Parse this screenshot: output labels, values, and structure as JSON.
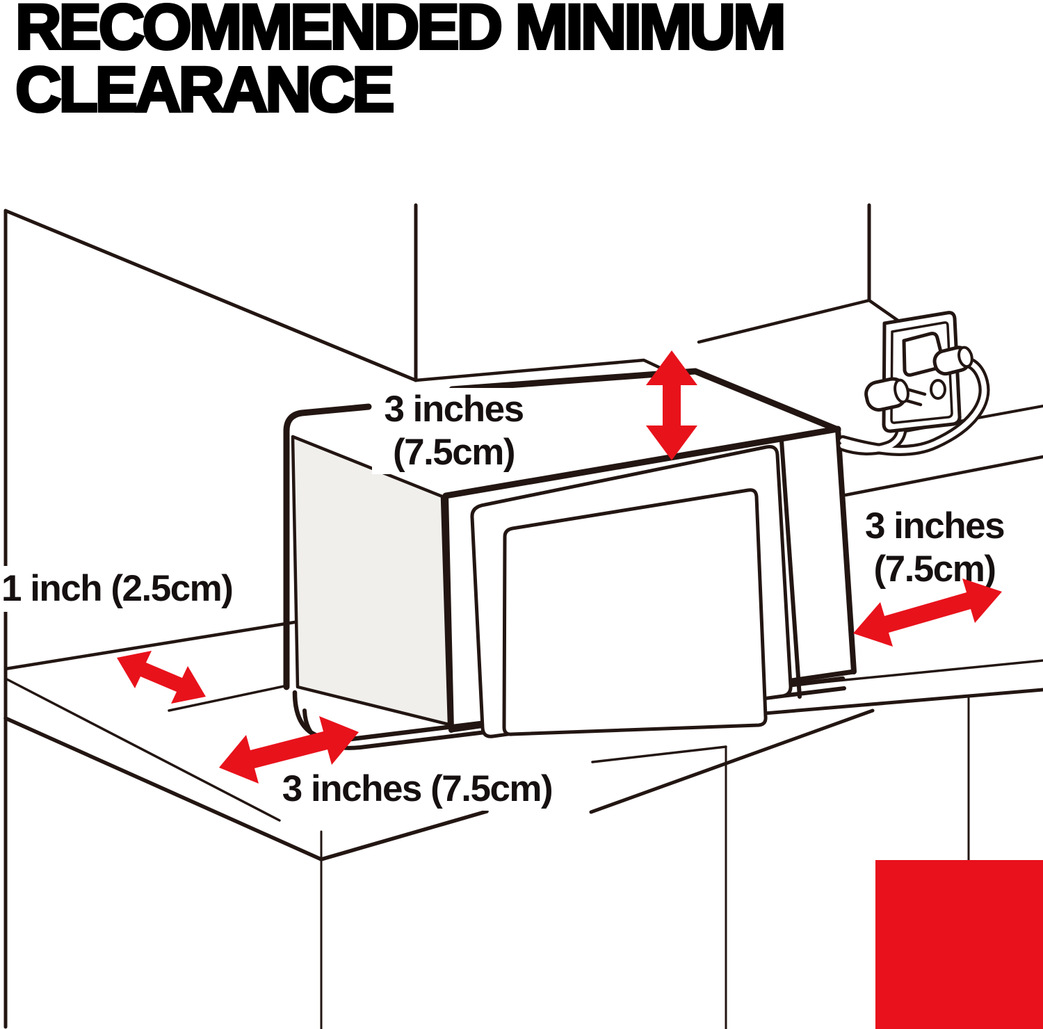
{
  "title": {
    "line1": "RECOMMENDED MINIMUM",
    "line2": "CLEARANCE"
  },
  "labels": {
    "top_clearance": {
      "line1": "3 inches",
      "line2": "(7.5cm)"
    },
    "right_clearance": {
      "line1": "3 inches",
      "line2": "(7.5cm)"
    },
    "left_clearance": "1 inch (2.5cm)",
    "bottom_clearance": "3 inches (7.5cm)"
  },
  "colors": {
    "arrow_red": "#e8121b",
    "swatch_red": "#e8111c",
    "line_black": "#231612",
    "microwave_side_gray": "#f0efec"
  }
}
